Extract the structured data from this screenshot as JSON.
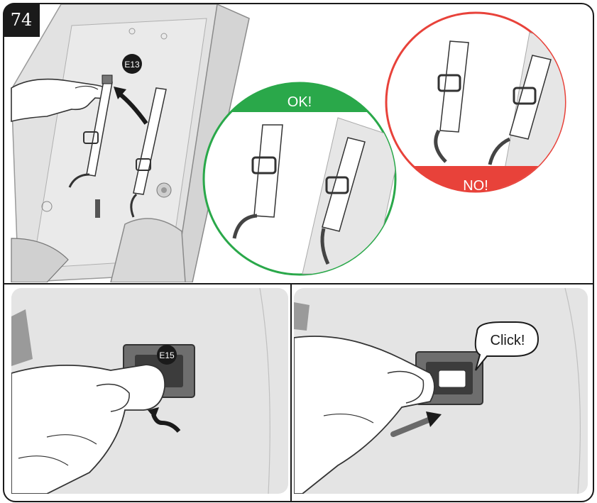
{
  "step": {
    "number": "74"
  },
  "panels": {
    "top": {
      "part_label": "E13",
      "ok_label": "OK!",
      "no_label": "NO!"
    },
    "bottom_left": {
      "part_label": "E15"
    },
    "bottom_right": {
      "click_label": "Click!"
    }
  },
  "colors": {
    "ok": "#2aa84a",
    "no": "#e8423a",
    "badge": "#1a1a1a",
    "surface": "#e4e4e4"
  },
  "icons": [
    "curved-arrow-icon",
    "straight-arrow-icon",
    "hand-icon",
    "buckle-icon",
    "strap-icon"
  ]
}
